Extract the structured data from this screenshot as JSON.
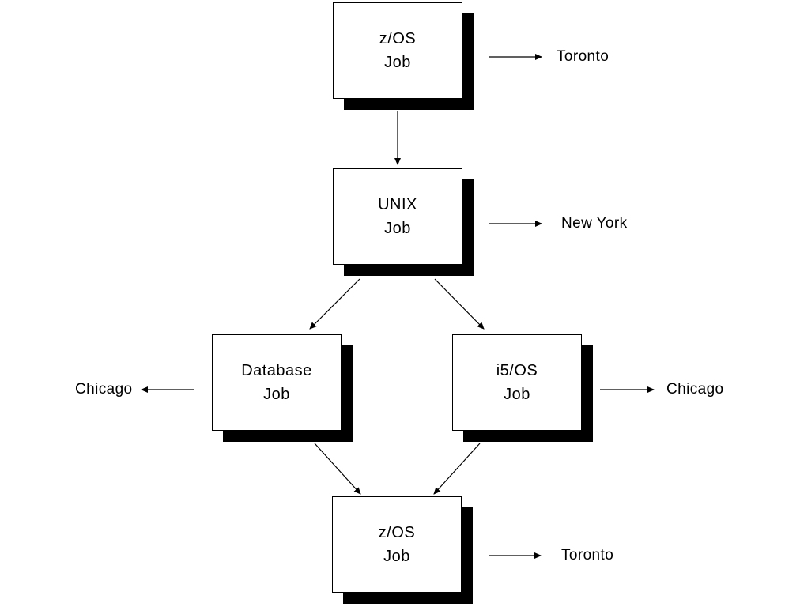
{
  "diagram": {
    "nodes": [
      {
        "id": "zos-top",
        "line1": "z/OS",
        "line2": "Job",
        "location": "Toronto"
      },
      {
        "id": "unix",
        "line1": "UNIX",
        "line2": "Job",
        "location": "New York"
      },
      {
        "id": "database",
        "line1": "Database",
        "line2": "Job",
        "location": "Chicago"
      },
      {
        "id": "i5os",
        "line1": "i5/OS",
        "line2": "Job",
        "location": "Chicago"
      },
      {
        "id": "zos-bottom",
        "line1": "z/OS",
        "line2": "Job",
        "location": "Toronto"
      }
    ],
    "edges": [
      {
        "from": "zos-top",
        "to": "unix"
      },
      {
        "from": "unix",
        "to": "database"
      },
      {
        "from": "unix",
        "to": "i5os"
      },
      {
        "from": "database",
        "to": "zos-bottom"
      },
      {
        "from": "i5os",
        "to": "zos-bottom"
      },
      {
        "from": "zos-top",
        "to_label": "Toronto"
      },
      {
        "from": "unix",
        "to_label": "New York"
      },
      {
        "from": "database",
        "to_label": "Chicago"
      },
      {
        "from": "i5os",
        "to_label": "Chicago"
      },
      {
        "from": "zos-bottom",
        "to_label": "Toronto"
      }
    ],
    "colors": {
      "ink": "#000000",
      "paper": "#ffffff",
      "box_fill": "#ffffff"
    }
  }
}
